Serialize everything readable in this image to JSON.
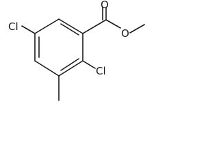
{
  "molecule": {
    "labels": {
      "carbonyl_oxygen": "O",
      "ester_oxygen": "O",
      "chlorine_ortho": "Cl",
      "chlorine_meta": "Cl"
    }
  },
  "colors": {
    "bond": "#1a1a1a",
    "background": "#ffffff"
  }
}
